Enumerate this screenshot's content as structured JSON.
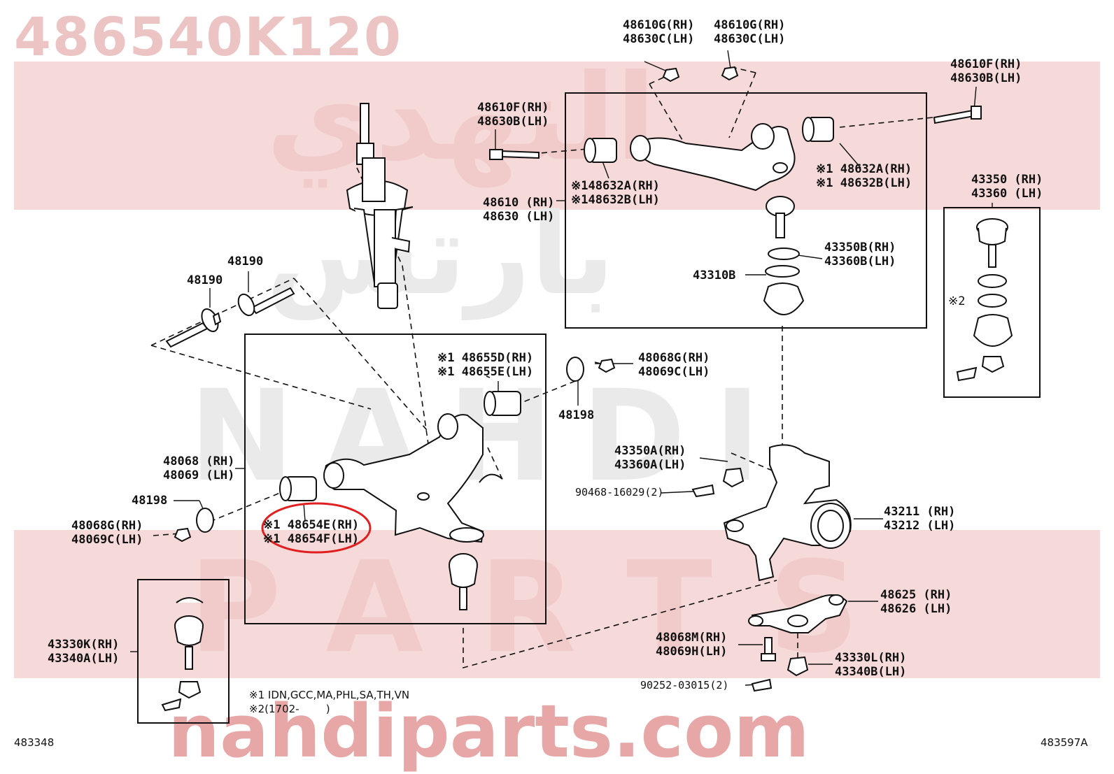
{
  "watermark": {
    "part_number": "486540K120",
    "arabic_top": "النهدي",
    "arabic_mid": "بارتس",
    "latin_mid": "NAHDI",
    "latin_low": "PARTS",
    "url": "nahdiparts.com"
  },
  "labels": {
    "l48610g_1": {
      "rh": "48610G(RH)",
      "lh": "48630C(LH)"
    },
    "l48610g_2": {
      "rh": "48610G(RH)",
      "lh": "48630C(LH)"
    },
    "l48610f_r": {
      "rh": "48610F(RH)",
      "lh": "48630B(LH)"
    },
    "l48610f_l": {
      "rh": "48610F(RH)",
      "lh": "48630B(LH)"
    },
    "l48632_r": {
      "rh": "48632A(RH)",
      "lh": "48632B(LH)",
      "mark1": "※1",
      "mark2": "※1"
    },
    "l48632_l": {
      "rh": "48632A(RH)",
      "lh": "48632B(LH)",
      "mark1": "※1",
      "mark2": "※1"
    },
    "l48610": {
      "rh": "48610 (RH)",
      "lh": "48630 (LH)"
    },
    "l43350_r": {
      "rh": "43350 (RH)",
      "lh": "43360 (LH)"
    },
    "l43350b": {
      "rh": "43350B(RH)",
      "lh": "43360B(LH)"
    },
    "l43310b": "43310B",
    "l48190_a": "48190",
    "l48190_b": "48190",
    "mark2_side": "※2",
    "l48655": {
      "rh": "48655D(RH)",
      "lh": "48655E(LH)",
      "mark1": "※1",
      "mark2": "※1"
    },
    "l48068g_top": {
      "rh": "48068G(RH)",
      "lh": "48069C(LH)"
    },
    "l48198_top": "48198",
    "l48068": {
      "rh": "48068 (RH)",
      "lh": "48069 (LH)"
    },
    "l48198_left": "48198",
    "l48068g_left": {
      "rh": "48068G(RH)",
      "lh": "48069C(LH)"
    },
    "l48654": {
      "rh": "48654E(RH)",
      "lh": "48654F(LH)",
      "mark1": "※1",
      "mark2": "※1"
    },
    "l43350a": {
      "rh": "43350A(RH)",
      "lh": "43360A(LH)"
    },
    "l90468": "90468-16029(2)",
    "l43211": {
      "rh": "43211 (RH)",
      "lh": "43212 (LH)"
    },
    "l48625": {
      "rh": "48625 (RH)",
      "lh": "48626 (LH)"
    },
    "l48068m": {
      "rh": "48068M(RH)",
      "lh": "48069H(LH)"
    },
    "l43330l": {
      "rh": "43330L(RH)",
      "lh": "43340B(LH)"
    },
    "l90252": "90252-03015(2)",
    "l43330k": {
      "rh": "43330K(RH)",
      "lh": "43340A(LH)"
    }
  },
  "notes": {
    "note1_mark": "※1",
    "note1_text": "IDN,GCC,MA,PHL,SA,TH,VN",
    "note2_mark": "※2",
    "note2_text": "(1702-        )"
  },
  "corners": {
    "left": "483348",
    "right": "483597A"
  },
  "colors": {
    "watermark_band": "#f6d9d9",
    "watermark_text": "#ecc4c4",
    "highlight_circle": "#e02020",
    "ink": "#111111"
  }
}
